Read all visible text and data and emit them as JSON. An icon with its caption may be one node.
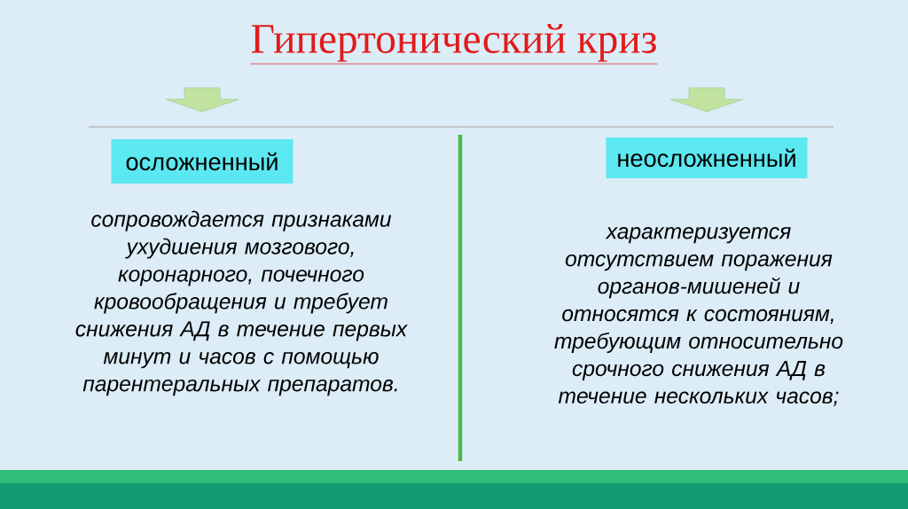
{
  "diagram": {
    "title": "Гипертонический криз",
    "nodes": [
      {
        "text": [
          "осложненный"
        ]
      },
      {
        "text": [
          "неосложненный"
        ]
      }
    ],
    "labels": [
      "сопровождается признаками ухудшения мозгового, коронарного, почечного кровообращения и требует снижения АД в течение первых минут и часов с помощью парентеральных препаратов.",
      "характеризуется отсутствием поражения органов-мишеней и относятся к состояниям, требующим относительно срочного снижения АД в течение нескольких часов;"
    ]
  }
}
